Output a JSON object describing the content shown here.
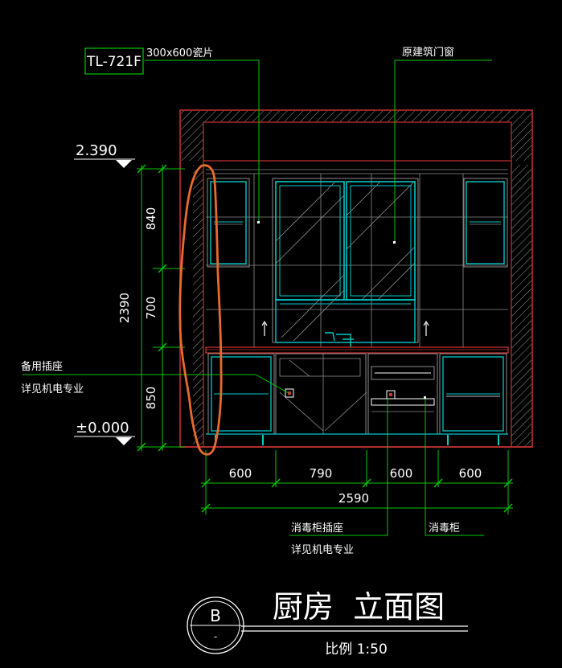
{
  "tag": {
    "code": "TL-721F"
  },
  "labels": {
    "tile_note": "300x600瓷片",
    "window_note": "原建筑门窗",
    "spare_outlet_line1": "备用插座",
    "spare_outlet_line2": "详见机电专业",
    "sterilizer_outlet_line1": "消毒柜插座",
    "sterilizer_outlet_line2": "详见机电专业",
    "sterilizer_cabinet": "消毒柜"
  },
  "levels": {
    "top": "2.390",
    "floor": "±0.000"
  },
  "dimensions": {
    "vertical_total": "2390",
    "vertical_upper": "840",
    "vertical_middle": "700",
    "vertical_lower": "850",
    "horizontal_segments": [
      "600",
      "790",
      "600",
      "600"
    ],
    "horizontal_total": "2590"
  },
  "title": {
    "section_letter": "B",
    "section_sub": "-",
    "main": "厨房  立面图",
    "scale": "比例 1:50"
  },
  "colors": {
    "background": "#000000",
    "outline_red": "#c83232",
    "dim_green": "#00c800",
    "cyan": "#00c8c8",
    "white": "#ffffff",
    "grey": "#8c8c8c",
    "annotation_orange": "#e86a2c"
  }
}
